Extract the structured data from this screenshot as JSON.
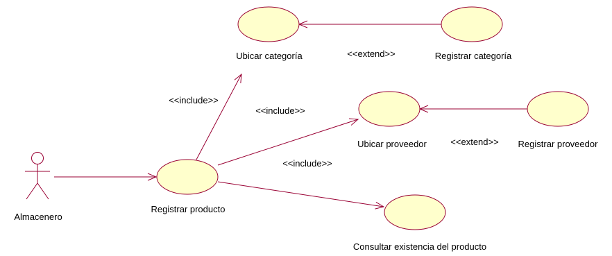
{
  "actor": {
    "name": "Almacenero"
  },
  "use_cases": {
    "ubicar_categoria": "Ubicar categoría",
    "registrar_categoria": "Registrar categoría",
    "ubicar_proveedor": "Ubicar proveedor",
    "registrar_proveedor": "Registrar proveedor",
    "registrar_producto": "Registrar producto",
    "consultar_existencia": "Consultar existencia del producto"
  },
  "relationships": {
    "include_categoria": "<<include>>",
    "include_proveedor": "<<include>>",
    "include_existencia": "<<include>>",
    "extend_categoria": "<<extend>>",
    "extend_proveedor": "<<extend>>"
  },
  "colors": {
    "usecase_fill": "#FFFFCC",
    "line": "#990033"
  }
}
